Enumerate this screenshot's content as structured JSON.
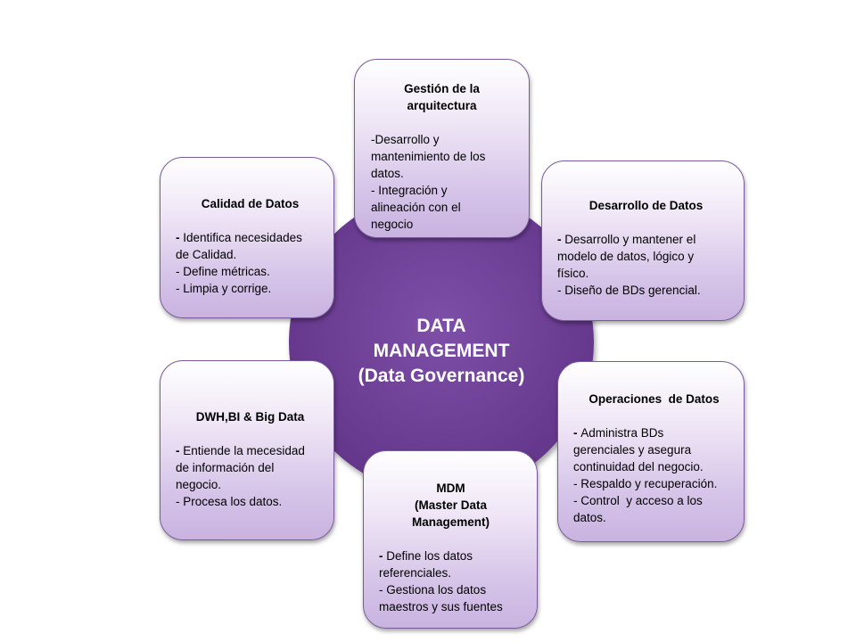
{
  "center": {
    "line1": "DATA",
    "line2": "MANAGEMENT",
    "line3": "(Data Governance)"
  },
  "boxes": {
    "top": {
      "title_line1": "Gestión de la",
      "title_line2": "arquitectura",
      "items": [
        "-Desarrollo y",
        "mantenimiento  de los",
        "datos.",
        "- Integración y",
        "alineación con el",
        "negocio"
      ]
    },
    "left_top": {
      "title": "Calidad de Datos",
      "items": [
        "Identifica necesidades",
        "de Calidad.",
        "- Define métricas.",
        "- Limpia y corrige."
      ]
    },
    "right_top": {
      "title": "Desarrollo de Datos",
      "items": [
        "Desarrollo y mantener el",
        "modelo de datos, lógico y",
        "físico.",
        "- Diseño de BDs gerencial."
      ]
    },
    "left_bottom": {
      "title": "DWH,BI & Big Data",
      "items": [
        "Entiende la mecesidad",
        "de información del",
        "negocio.",
        "- Procesa los datos."
      ]
    },
    "right_bottom": {
      "title": "Operaciones  de Datos",
      "items": [
        "Administra BDs",
        "gerenciales y asegura",
        "continuidad del negocio.",
        "- Respaldo y recuperación.",
        "- Control  y acceso a los",
        "datos."
      ]
    },
    "bottom": {
      "title_line1": "MDM",
      "title_line2": "(Master Data",
      "title_line3": "Management)",
      "items": [
        "Define los datos",
        "referenciales.",
        "- Gestiona los datos",
        "maestros y sus fuentes"
      ]
    }
  },
  "dash": "- ",
  "colors": {
    "center_fill": "#6a3c92",
    "box_border": "#7a5a9a",
    "box_gradient_bottom": "#c9b3e0"
  }
}
